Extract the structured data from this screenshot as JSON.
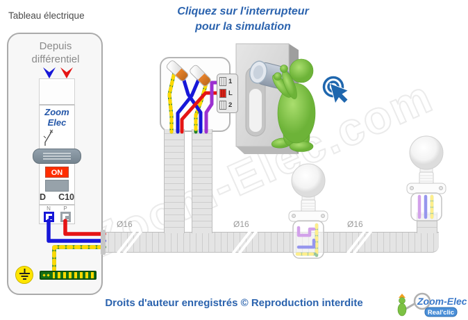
{
  "header": {
    "title_line1": "Cliquez sur l'interrupteur",
    "title_line2": "pour la simulation"
  },
  "panel": {
    "label": "Tableau électrique",
    "source_label": "Depuis différentiel",
    "breaker": {
      "brand_line1": "Zoom",
      "brand_line2": "Elec",
      "on_label": "ON",
      "curve_label": "D",
      "rating_label": "C10",
      "neutral_label": "N",
      "phase_label": "P"
    }
  },
  "switchbox": {
    "terminal_labels": [
      "1",
      "L",
      "2"
    ]
  },
  "conduits": {
    "diameter_labels": [
      "Ø16",
      "Ø16",
      "Ø16"
    ]
  },
  "watermark": {
    "text": "© Zoom-Elec.com"
  },
  "footer": {
    "copyright": "Droits d'auteur enregistrés © Reproduction interdite"
  },
  "logo": {
    "brand": "Zoom-Elec",
    "subtitle": "Real'clic"
  },
  "icons": {
    "click": "click-cursor-icon",
    "ground": "earth-ground-icon",
    "down_arrows": "supply-down-arrows"
  },
  "colors": {
    "accent_blue": "#2b63ae",
    "wire_red": "#e51414",
    "wire_blue": "#1717d8",
    "wire_purple": "#9b30d0",
    "wire_green": "#1e8022",
    "wire_yellow": "#ffd900",
    "on_red": "#ff2d00",
    "character_green": "#7cc848",
    "click_blue": "#1f67ae",
    "conduit_grey": "#e4e4e4"
  }
}
